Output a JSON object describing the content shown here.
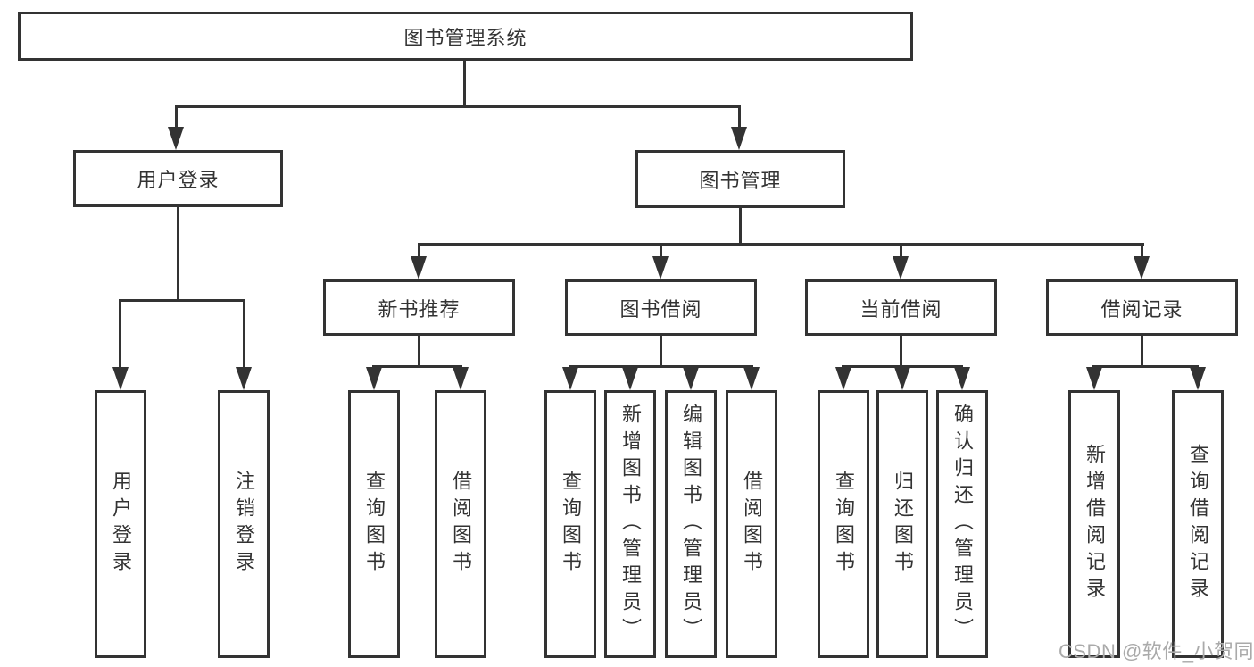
{
  "diagram_type": "hierarchy-tree",
  "colors": {
    "line": "#333333",
    "text": "#333333",
    "background": "#ffffff",
    "watermark": "#aaaaaa"
  },
  "tree": {
    "root": {
      "label": "图书管理系统"
    },
    "children": [
      {
        "label": "用户登录",
        "leaves": [
          {
            "label": "用户登录"
          },
          {
            "label": "注销登录"
          }
        ]
      },
      {
        "label": "图书管理",
        "children": [
          {
            "label": "新书推荐",
            "leaves": [
              {
                "label": "查询图书"
              },
              {
                "label": "借阅图书"
              }
            ]
          },
          {
            "label": "图书借阅",
            "leaves": [
              {
                "label": "查询图书"
              },
              {
                "label": "新增图书（管理员）"
              },
              {
                "label": "编辑图书（管理员）"
              },
              {
                "label": "借阅图书"
              }
            ]
          },
          {
            "label": "当前借阅",
            "leaves": [
              {
                "label": "查询图书"
              },
              {
                "label": "归还图书"
              },
              {
                "label": "确认归还（管理员）"
              }
            ]
          },
          {
            "label": "借阅记录",
            "leaves": [
              {
                "label": "新增借阅记录"
              },
              {
                "label": "查询借阅记录"
              }
            ]
          }
        ]
      }
    ]
  },
  "watermark": {
    "text": "CSDN @软件_小贺同学"
  }
}
